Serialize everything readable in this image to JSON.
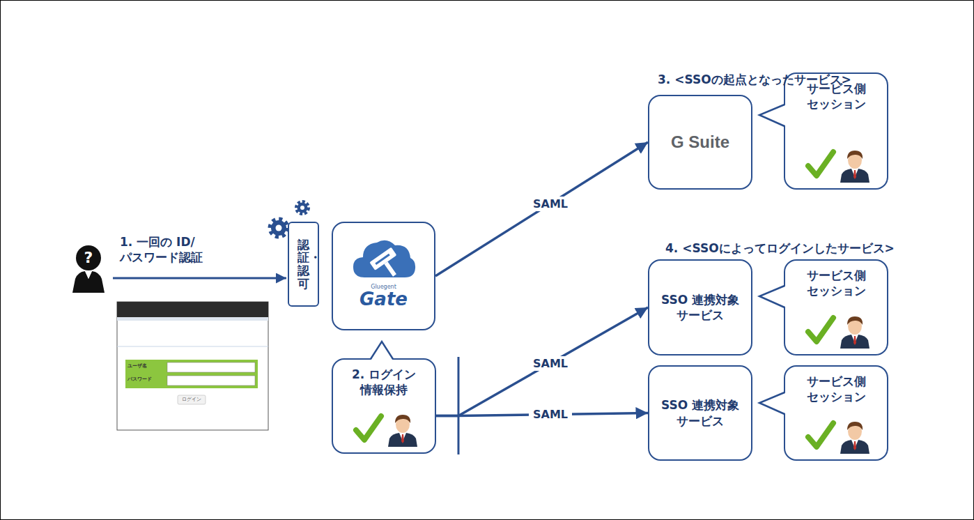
{
  "diagram": {
    "nodes": [
      {
        "text": [
          "認証・認可"
        ]
      },
      {
        "text": [
          "Gluegent",
          "Gate"
        ]
      },
      {
        "text": [
          "2. ログイン 情報保持"
        ]
      },
      {
        "text": [
          "G Suite"
        ]
      },
      {
        "text": [
          "サービス側 セッション"
        ]
      },
      {
        "text": [
          "SSO 連携対象 サービス"
        ]
      },
      {
        "text": [
          "サービス側 セッション"
        ]
      },
      {
        "text": [
          "SSO 連携対象 サービス"
        ]
      },
      {
        "text": [
          "サービス側 セッション"
        ]
      }
    ],
    "edges": [
      {
        "from": 1,
        "to": 3,
        "arrow": "to",
        "label": "SAML"
      },
      {
        "from": 2,
        "to": 5,
        "arrow": "to",
        "label": "SAML"
      },
      {
        "from": 2,
        "to": 7,
        "arrow": "to",
        "label": "SAML"
      }
    ],
    "labels": [
      "1. 一回の ID/パスワード認証",
      "?",
      "ユーザ名",
      "パスワード",
      "ログイン",
      "3. <SSOの起点となったサービス>",
      "4. <SSOによってログインしたサービス>"
    ]
  }
}
